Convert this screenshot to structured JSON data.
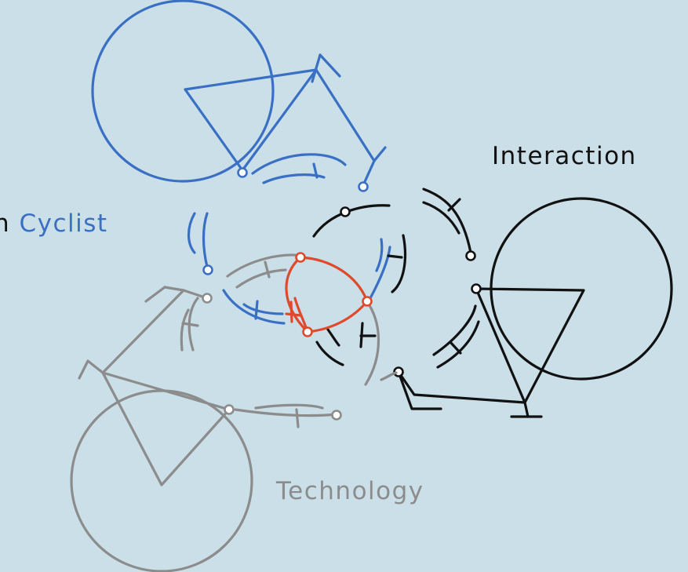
{
  "colors": {
    "background": "#cadfe8",
    "cyclist": "#3a70c4",
    "interaction": "#111111",
    "technology": "#8c8c8c",
    "center": "#e04a2c",
    "node_fill": "#ffffff"
  },
  "labels": {
    "cyclist_prefix": "n",
    "cyclist": "Cyclist",
    "interaction": "Interaction",
    "technology": "Technology"
  },
  "icons": {
    "cyclist_bicycle": "bicycle-icon",
    "interaction_bicycle": "bicycle-icon",
    "technology_bicycle": "bicycle-icon"
  }
}
